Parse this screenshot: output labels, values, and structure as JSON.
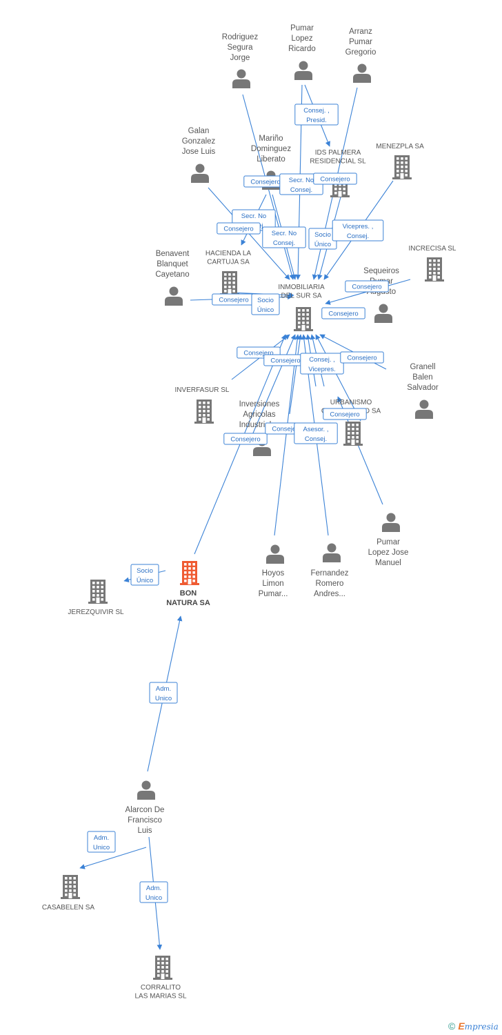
{
  "nodes": {
    "rodriguez": {
      "label": [
        "Rodriguez",
        "Segura",
        "Jorge"
      ],
      "kind": "person"
    },
    "pumar_ricardo": {
      "label": [
        "Pumar",
        "Lopez",
        "Ricardo"
      ],
      "kind": "person"
    },
    "arranz": {
      "label": [
        "Arranz",
        "Pumar",
        "Gregorio"
      ],
      "kind": "person"
    },
    "galan": {
      "label": [
        "Galan",
        "Gonzalez",
        "Jose Luis"
      ],
      "kind": "person"
    },
    "marino": {
      "label": [
        "Mariño",
        "Dominguez",
        "Liberato"
      ],
      "kind": "person"
    },
    "ids_palmera": {
      "label": [
        "IDS PALMERA",
        "RESIDENCIAL  SL"
      ],
      "kind": "company"
    },
    "menezpla": {
      "label": [
        "MENEZPLA SA"
      ],
      "kind": "company"
    },
    "increcisa": {
      "label": [
        "INCRECISA SL"
      ],
      "kind": "company"
    },
    "hacienda": {
      "label": [
        "HACIENDA LA",
        "CARTUJA SA"
      ],
      "kind": "company"
    },
    "benavent": {
      "label": [
        "Benavent",
        "Blanquet",
        "Cayetano"
      ],
      "kind": "person"
    },
    "inmobiliaria": {
      "label": [
        "INMOBILIARIA",
        "DEL SUR SA"
      ],
      "kind": "company"
    },
    "sequeiros": {
      "label": [
        "Sequeiros",
        "Pumar",
        "Augusto"
      ],
      "kind": "person"
    },
    "granell": {
      "label": [
        "Granell",
        "Balen",
        "Salvador"
      ],
      "kind": "person"
    },
    "inverfasur": {
      "label": [
        "INVERFASUR SL"
      ],
      "kind": "company"
    },
    "inversiones": {
      "label": [
        "Inversiones",
        "Agricolas",
        "Industriales"
      ],
      "kind": "person"
    },
    "urbanismo": {
      "label": [
        "URBANISMO",
        "CONCERTADO SA"
      ],
      "kind": "company"
    },
    "pumar_jose": {
      "label": [
        "Pumar",
        "Lopez Jose",
        "Manuel"
      ],
      "kind": "person"
    },
    "hoyos": {
      "label": [
        "Hoyos",
        "Limon",
        "Pumar..."
      ],
      "kind": "person"
    },
    "fernandez": {
      "label": [
        "Fernandez",
        "Romero",
        "Andres..."
      ],
      "kind": "person"
    },
    "bon_natura": {
      "label": [
        "BON",
        "NATURA SA"
      ],
      "kind": "focus"
    },
    "jerezquivir": {
      "label": [
        "JEREZQUIVIR SL"
      ],
      "kind": "company"
    },
    "alarcon": {
      "label": [
        "Alarcon De",
        "Francisco",
        "Luis"
      ],
      "kind": "person"
    },
    "casabelen": {
      "label": [
        "CASABELEN SA"
      ],
      "kind": "company"
    },
    "corralito": {
      "label": [
        "CORRALITO",
        "LAS MARIAS SL"
      ],
      "kind": "company"
    }
  },
  "edge_labels": {
    "consej_presid": [
      "Consej. ,",
      "Presid."
    ],
    "consejero_marino": [
      "Consejero"
    ],
    "secr_no_consej_1": [
      "Secr.  No",
      "Consej."
    ],
    "consejero_ids": [
      "Consejero"
    ],
    "secr_no_consej_2": [
      "Secr.  No",
      "Consej."
    ],
    "consejero_galan": [
      "Consejero"
    ],
    "secr_no_consej_3": [
      "Secr.  No",
      "Consej."
    ],
    "socio_unico_ids": [
      "Socio",
      "Único"
    ],
    "vicepres_consej": [
      "Vicepres. ,",
      "Consej."
    ],
    "consejero_increcisa": [
      "Consejero"
    ],
    "consejero_benavent": [
      "Consejero"
    ],
    "socio_unico_hacienda": [
      "Socio",
      "Único"
    ],
    "consejero_sequeiros": [
      "Consejero"
    ],
    "consejero_inverfasur": [
      "Consejero"
    ],
    "consejero_inversiones": [
      "Consejero"
    ],
    "consej_vicepres": [
      "Consej. ,",
      "Vicepres."
    ],
    "consejero_granell": [
      "Consejero"
    ],
    "consejero_urbanismo": [
      "Consejero"
    ],
    "consejero_bon": [
      "Consejero"
    ],
    "consejero_hoyos": [
      "Consejero"
    ],
    "asesor_consej": [
      "Asesor. ,",
      "Consej."
    ],
    "socio_unico_jerez": [
      "Socio",
      "Único"
    ],
    "adm_unico_bon": [
      "Adm.",
      "Unico"
    ],
    "adm_unico_casa": [
      "Adm.",
      "Unico"
    ],
    "adm_unico_corr": [
      "Adm.",
      "Unico"
    ]
  },
  "footer": {
    "copyright": "©",
    "brand_initial": "E",
    "brand_rest": "mpresia"
  },
  "colors": {
    "edge": "#3b82d6",
    "icon": "#777777",
    "focus": "#ef5b32",
    "label_bg": "#ffffff"
  }
}
